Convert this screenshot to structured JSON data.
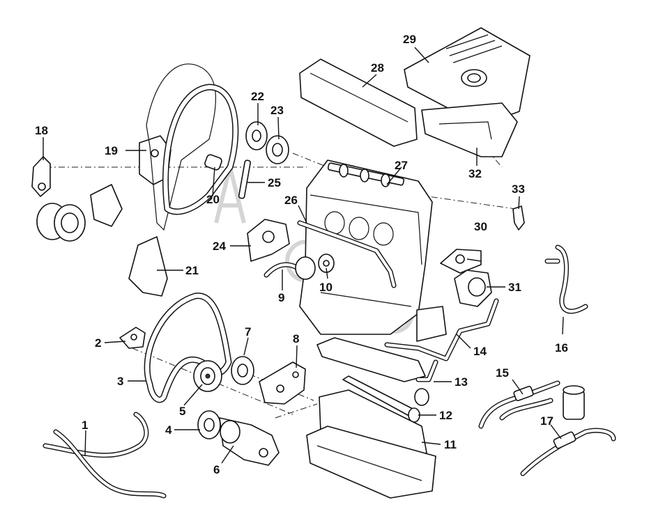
{
  "diagram": {
    "callouts": [
      {
        "id": "1",
        "label": "1"
      },
      {
        "id": "2",
        "label": "2"
      },
      {
        "id": "3",
        "label": "3"
      },
      {
        "id": "4",
        "label": "4"
      },
      {
        "id": "5",
        "label": "5"
      },
      {
        "id": "6",
        "label": "6"
      },
      {
        "id": "7",
        "label": "7"
      },
      {
        "id": "8",
        "label": "8"
      },
      {
        "id": "9",
        "label": "9"
      },
      {
        "id": "10",
        "label": "10"
      },
      {
        "id": "11",
        "label": "11"
      },
      {
        "id": "12",
        "label": "12"
      },
      {
        "id": "13",
        "label": "13"
      },
      {
        "id": "14",
        "label": "14"
      },
      {
        "id": "15",
        "label": "15"
      },
      {
        "id": "16",
        "label": "16"
      },
      {
        "id": "17",
        "label": "17"
      },
      {
        "id": "18",
        "label": "18"
      },
      {
        "id": "19",
        "label": "19"
      },
      {
        "id": "20",
        "label": "20"
      },
      {
        "id": "21",
        "label": "21"
      },
      {
        "id": "22",
        "label": "22"
      },
      {
        "id": "23",
        "label": "23"
      },
      {
        "id": "24",
        "label": "24"
      },
      {
        "id": "25",
        "label": "25"
      },
      {
        "id": "26",
        "label": "26"
      },
      {
        "id": "27",
        "label": "27"
      },
      {
        "id": "28",
        "label": "28"
      },
      {
        "id": "29",
        "label": "29"
      },
      {
        "id": "30",
        "label": "30"
      },
      {
        "id": "31",
        "label": "31"
      },
      {
        "id": "32",
        "label": "32"
      },
      {
        "id": "33",
        "label": "33"
      }
    ],
    "colors": {
      "line": "#111111",
      "background": "#ffffff",
      "watermark": "#b9b9b9"
    }
  }
}
